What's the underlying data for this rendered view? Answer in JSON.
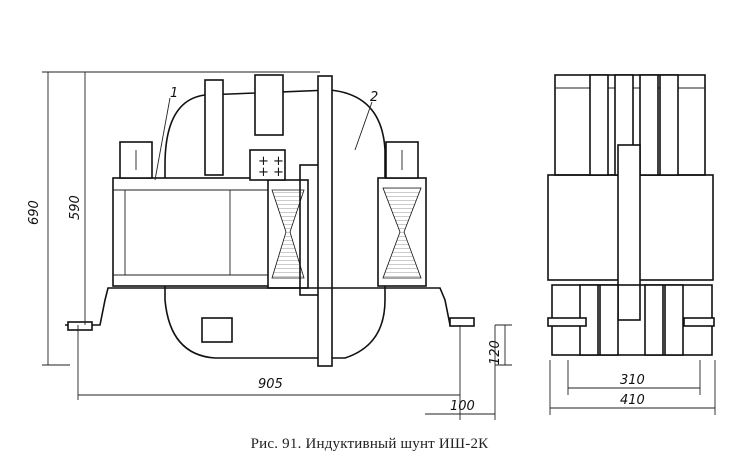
{
  "caption": "Рис. 91. Индуктивный шунт ИШ-2К",
  "callouts": {
    "part1": "1",
    "part2": "2"
  },
  "dimensions": {
    "overall_height": "690",
    "core_height": "590",
    "length": "905",
    "foot_height": "120",
    "foot_width": "100",
    "inner_width": "310",
    "outer_width": "410"
  }
}
